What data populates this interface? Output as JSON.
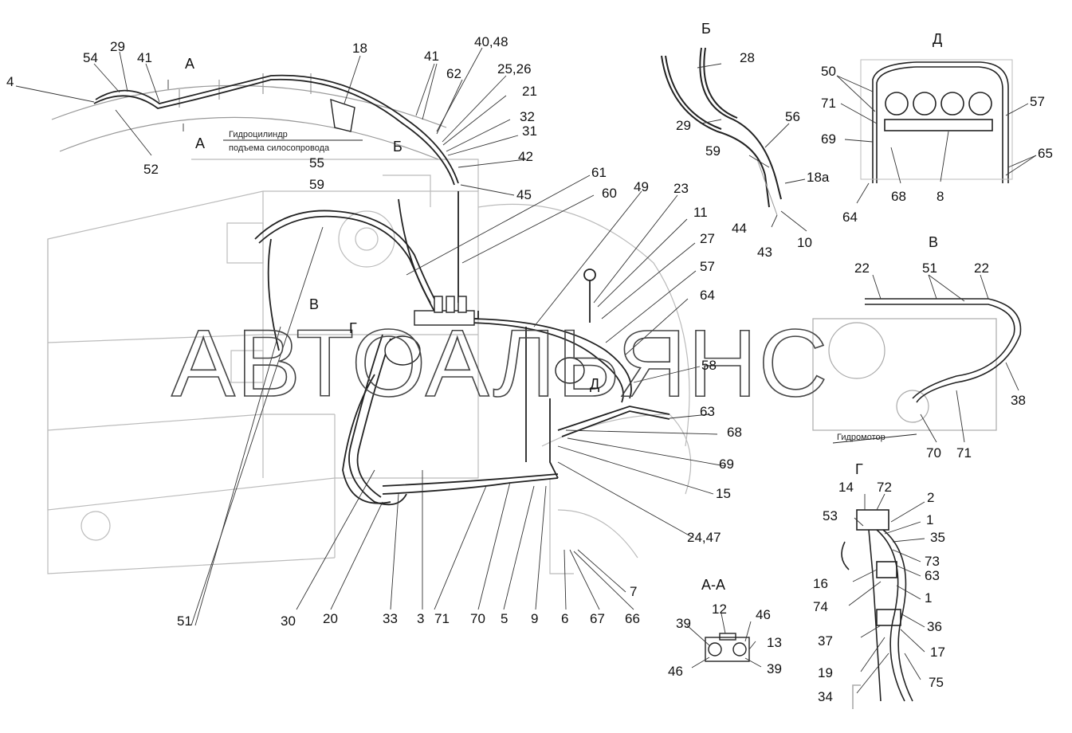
{
  "watermark": "АВТОАЛЬЯНС",
  "captions": {
    "cylinder_line1": "Гидроцилиндр",
    "cylinder_line2": "подъема силосопровода",
    "motor": "Гидромотор"
  },
  "section_labels": [
    {
      "id": "A-top",
      "text": "А"
    },
    {
      "id": "A-bottom",
      "text": "А"
    },
    {
      "id": "B-cyr",
      "text": "Б"
    },
    {
      "id": "B-cyr-top",
      "text": "Б"
    },
    {
      "id": "V-main",
      "text": "В"
    },
    {
      "id": "V-detail",
      "text": "В"
    },
    {
      "id": "G-main",
      "text": "Г"
    },
    {
      "id": "G-detail",
      "text": "Г"
    },
    {
      "id": "D-main",
      "text": "Д"
    },
    {
      "id": "D-detail",
      "text": "Д"
    },
    {
      "id": "AA",
      "text": "А-А"
    }
  ],
  "callouts": [
    {
      "id": "c4",
      "text": "4"
    },
    {
      "id": "c54",
      "text": "54"
    },
    {
      "id": "c29a",
      "text": "29"
    },
    {
      "id": "c41a",
      "text": "41"
    },
    {
      "id": "c52",
      "text": "52"
    },
    {
      "id": "c18",
      "text": "18"
    },
    {
      "id": "c41b",
      "text": "41"
    },
    {
      "id": "c40_48",
      "text": "40,48"
    },
    {
      "id": "c62",
      "text": "62"
    },
    {
      "id": "c25_26",
      "text": "25,26"
    },
    {
      "id": "c21",
      "text": "21"
    },
    {
      "id": "c32",
      "text": "32"
    },
    {
      "id": "c31",
      "text": "31"
    },
    {
      "id": "c42",
      "text": "42"
    },
    {
      "id": "c55",
      "text": "55"
    },
    {
      "id": "c59a",
      "text": "59"
    },
    {
      "id": "c45",
      "text": "45"
    },
    {
      "id": "c61",
      "text": "61"
    },
    {
      "id": "c60",
      "text": "60"
    },
    {
      "id": "c49",
      "text": "49"
    },
    {
      "id": "c23",
      "text": "23"
    },
    {
      "id": "c11",
      "text": "11"
    },
    {
      "id": "c27",
      "text": "27"
    },
    {
      "id": "c57a",
      "text": "57"
    },
    {
      "id": "c64a",
      "text": "64"
    },
    {
      "id": "c58",
      "text": "58"
    },
    {
      "id": "c63a",
      "text": "63"
    },
    {
      "id": "c68a",
      "text": "68"
    },
    {
      "id": "c69a",
      "text": "69"
    },
    {
      "id": "c15",
      "text": "15"
    },
    {
      "id": "c24_47",
      "text": "24,47"
    },
    {
      "id": "c7",
      "text": "7"
    },
    {
      "id": "c51a",
      "text": "51"
    },
    {
      "id": "c30",
      "text": "30"
    },
    {
      "id": "c20",
      "text": "20"
    },
    {
      "id": "c33",
      "text": "33"
    },
    {
      "id": "c3",
      "text": "3"
    },
    {
      "id": "c71a",
      "text": "71"
    },
    {
      "id": "c70a",
      "text": "70"
    },
    {
      "id": "c5",
      "text": "5"
    },
    {
      "id": "c9",
      "text": "9"
    },
    {
      "id": "c6",
      "text": "6"
    },
    {
      "id": "c67",
      "text": "67"
    },
    {
      "id": "c66",
      "text": "66"
    },
    {
      "id": "c28",
      "text": "28"
    },
    {
      "id": "c29b",
      "text": "29"
    },
    {
      "id": "c56",
      "text": "56"
    },
    {
      "id": "c59b",
      "text": "59"
    },
    {
      "id": "c18a",
      "text": "18а"
    },
    {
      "id": "c44",
      "text": "44"
    },
    {
      "id": "c43",
      "text": "43"
    },
    {
      "id": "c10",
      "text": "10"
    },
    {
      "id": "c50",
      "text": "50"
    },
    {
      "id": "c71b",
      "text": "71"
    },
    {
      "id": "c69b",
      "text": "69"
    },
    {
      "id": "c57b",
      "text": "57"
    },
    {
      "id": "c65",
      "text": "65"
    },
    {
      "id": "c64b",
      "text": "64"
    },
    {
      "id": "c68b",
      "text": "68"
    },
    {
      "id": "c8",
      "text": "8"
    },
    {
      "id": "c22a",
      "text": "22"
    },
    {
      "id": "c51b",
      "text": "51"
    },
    {
      "id": "c22b",
      "text": "22"
    },
    {
      "id": "c38",
      "text": "38"
    },
    {
      "id": "c70b",
      "text": "70"
    },
    {
      "id": "c71c",
      "text": "71"
    },
    {
      "id": "c14",
      "text": "14"
    },
    {
      "id": "c72",
      "text": "72"
    },
    {
      "id": "c2",
      "text": "2"
    },
    {
      "id": "c53",
      "text": "53"
    },
    {
      "id": "c1a",
      "text": "1"
    },
    {
      "id": "c35",
      "text": "35"
    },
    {
      "id": "c73",
      "text": "73"
    },
    {
      "id": "c16",
      "text": "16"
    },
    {
      "id": "c63b",
      "text": "63"
    },
    {
      "id": "c74",
      "text": "74"
    },
    {
      "id": "c1b",
      "text": "1"
    },
    {
      "id": "c36",
      "text": "36"
    },
    {
      "id": "c37",
      "text": "37"
    },
    {
      "id": "c17",
      "text": "17"
    },
    {
      "id": "c19",
      "text": "19"
    },
    {
      "id": "c75",
      "text": "75"
    },
    {
      "id": "c34",
      "text": "34"
    },
    {
      "id": "c12",
      "text": "12"
    },
    {
      "id": "c46a",
      "text": "46"
    },
    {
      "id": "c39a",
      "text": "39"
    },
    {
      "id": "c13",
      "text": "13"
    },
    {
      "id": "c46b",
      "text": "46"
    },
    {
      "id": "c39b",
      "text": "39"
    }
  ]
}
